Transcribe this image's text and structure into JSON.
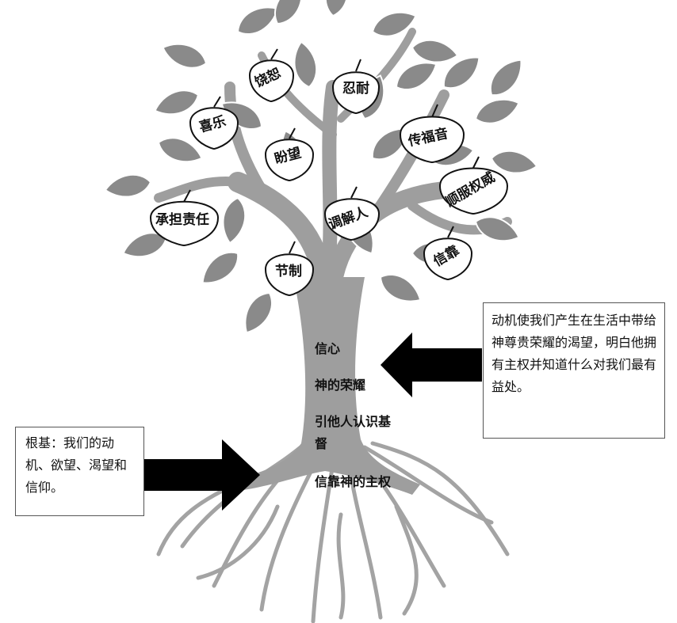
{
  "fruits": [
    {
      "id": "f1",
      "label": "饶恕"
    },
    {
      "id": "f2",
      "label": "忍耐"
    },
    {
      "id": "f3",
      "label": "喜乐"
    },
    {
      "id": "f4",
      "label": "传福音"
    },
    {
      "id": "f5",
      "label": "盼望"
    },
    {
      "id": "f6",
      "label": "顺服权威"
    },
    {
      "id": "f7",
      "label": "承担责任"
    },
    {
      "id": "f8",
      "label": "调解人"
    },
    {
      "id": "f9",
      "label": "信靠"
    },
    {
      "id": "f10",
      "label": "节制"
    }
  ],
  "trunk": {
    "line1": "信心",
    "line2": "神的荣耀",
    "line3": "引他人认识基",
    "line4": "督",
    "line5": "信靠神的主权"
  },
  "right_note": {
    "text": "动机使我们产生在生活中带给神尊贵荣耀的渴望，明白他拥有主权并知道什么对我们最有益处。"
  },
  "left_note": {
    "text": "根基：我们的动机、欲望、渴望和信仰。"
  },
  "colors": {
    "foliage": "#8a8a8a",
    "trunk": "#9e9e9e",
    "arrow": "#000000"
  }
}
